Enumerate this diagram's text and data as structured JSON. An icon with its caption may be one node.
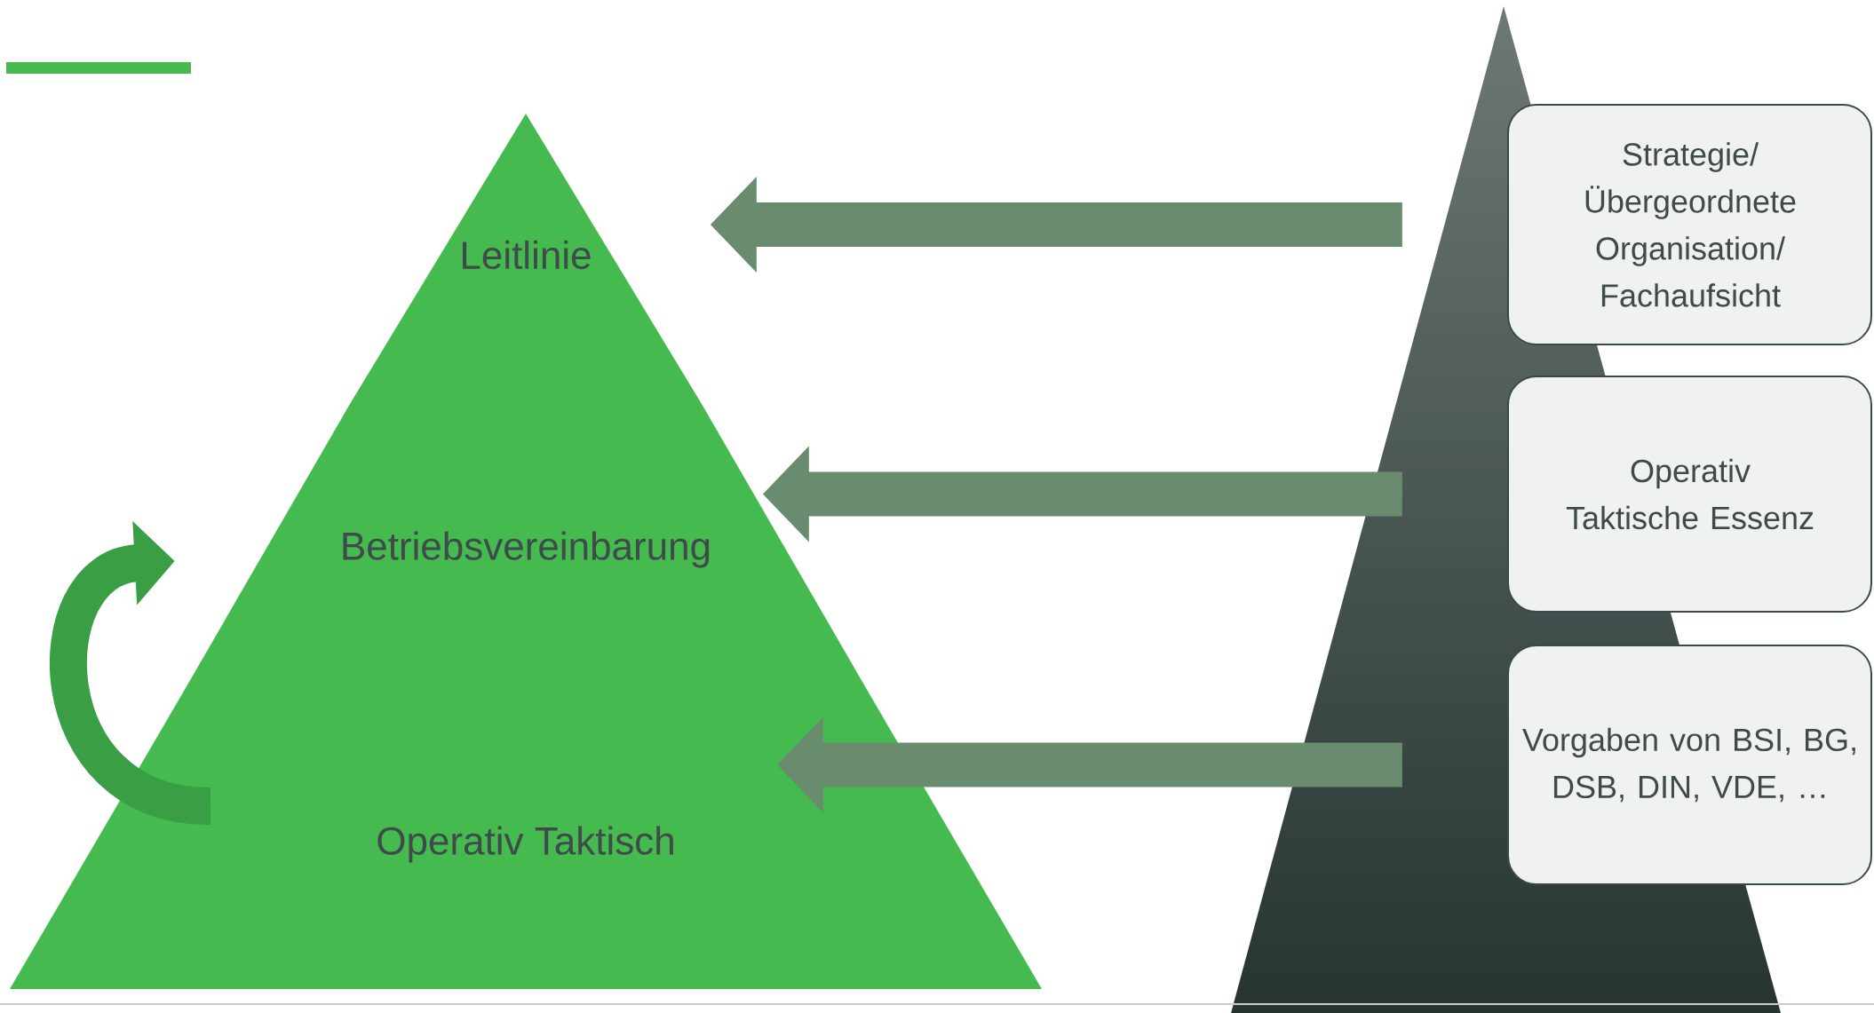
{
  "diagram": {
    "nodes": [
      {
        "text": [
          "Leitlinie"
        ]
      },
      {
        "text": [
          "Betriebsvereinbarung"
        ]
      },
      {
        "text": [
          "Operativ Taktisch"
        ]
      },
      {
        "text": [
          "Strategie/ Übergeordnete Organisation/ Fachaufsicht"
        ]
      },
      {
        "text": [
          "Operativ Taktische Essenz"
        ]
      },
      {
        "text": [
          "Vorgaben von BSI, BG, DSB, DIN, VDE, …"
        ]
      }
    ],
    "edges": [
      {
        "from": 3,
        "to": 0,
        "arrow": "to"
      },
      {
        "from": 4,
        "to": 1,
        "arrow": "to"
      },
      {
        "from": 5,
        "to": 2,
        "arrow": "to"
      },
      {
        "from": 2,
        "to": 1,
        "arrow": "to",
        "color": "#3a9e45"
      }
    ]
  }
}
